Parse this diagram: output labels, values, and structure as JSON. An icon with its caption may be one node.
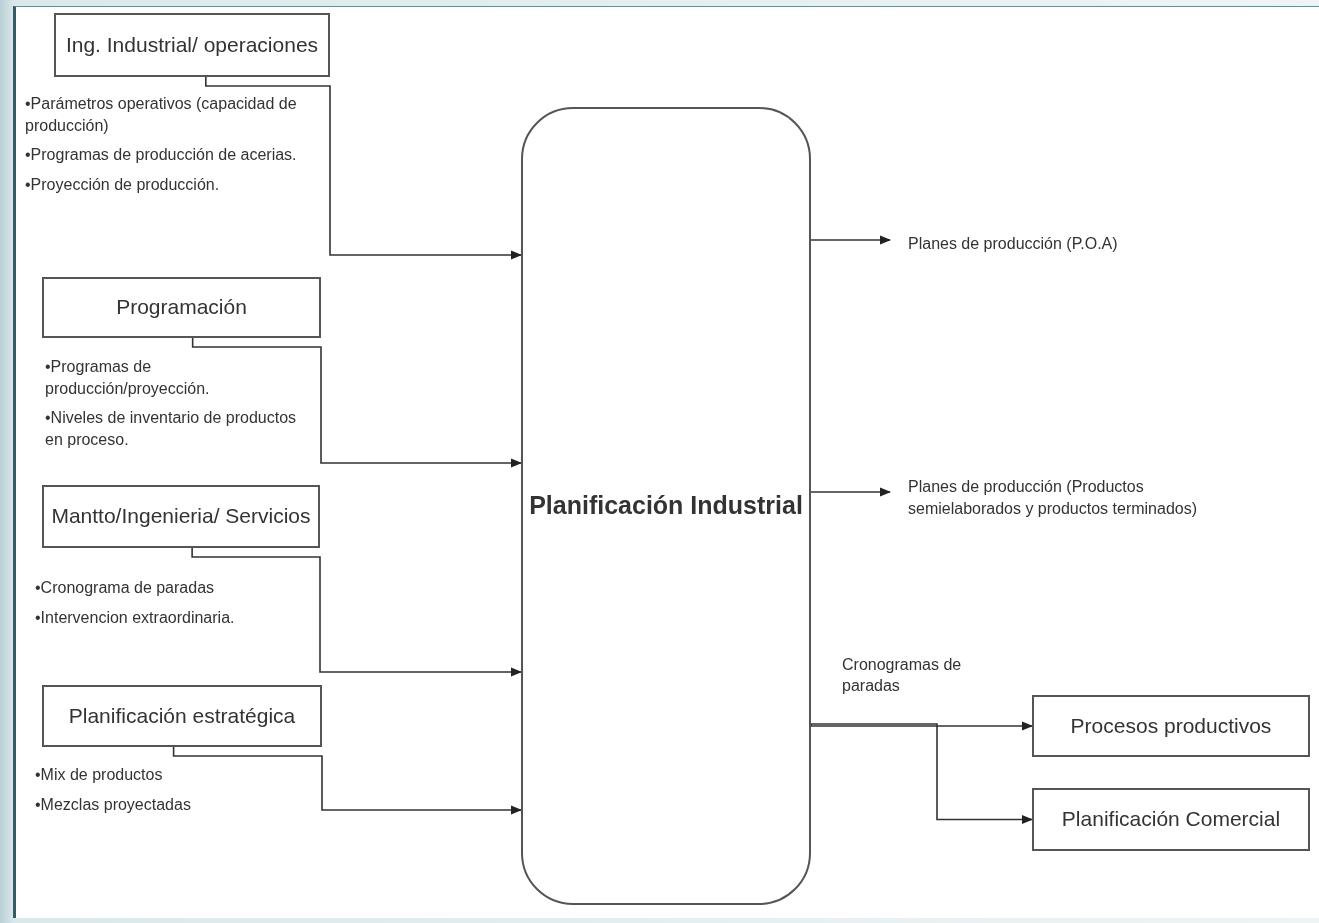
{
  "diagram": {
    "nodes": [
      {
        "text": [
          "Ing. Industrial/ operaciones"
        ],
        "beside": [
          "•Parámetros operativos (capacidad de producción)",
          "•Programas de producción de acerias.",
          "•Proyección de producción."
        ]
      },
      {
        "text": [
          "Programación"
        ],
        "beside": [
          "•Programas de producción/proyección.",
          "•Niveles de inventario de productos en proceso."
        ]
      },
      {
        "text": [
          "Mantto/Ingenieria/ Servicios"
        ],
        "beside": [
          "•Cronograma de paradas",
          "•Intervencion extraordinaria."
        ]
      },
      {
        "text": [
          "Planificación estratégica"
        ],
        "beside": [
          "•Mix de productos",
          "•Mezclas proyectadas"
        ]
      },
      {
        "text": [
          "Planificación Industrial"
        ]
      },
      {
        "text": [
          "Planes de producción (P.O.A)"
        ]
      },
      {
        "text": [
          "Planes de producción (Productos semielaborados y productos terminados)"
        ]
      },
      {
        "text": [
          "Procesos productivos"
        ]
      },
      {
        "text": [
          "Planificación Comercial"
        ]
      }
    ],
    "edges": [
      {
        "from": 0,
        "to": 4,
        "arrow": "to"
      },
      {
        "from": 1,
        "to": 4,
        "arrow": "to"
      },
      {
        "from": 2,
        "to": 4,
        "arrow": "to"
      },
      {
        "from": 3,
        "to": 4,
        "arrow": "to"
      },
      {
        "from": 4,
        "to": 5,
        "arrow": "to"
      },
      {
        "from": 4,
        "to": 6,
        "arrow": "to"
      },
      {
        "from": 4,
        "to": 7,
        "arrow": "to",
        "label": "Cronogramas de paradas"
      },
      {
        "from": 4,
        "to": 8,
        "arrow": "to"
      }
    ]
  }
}
